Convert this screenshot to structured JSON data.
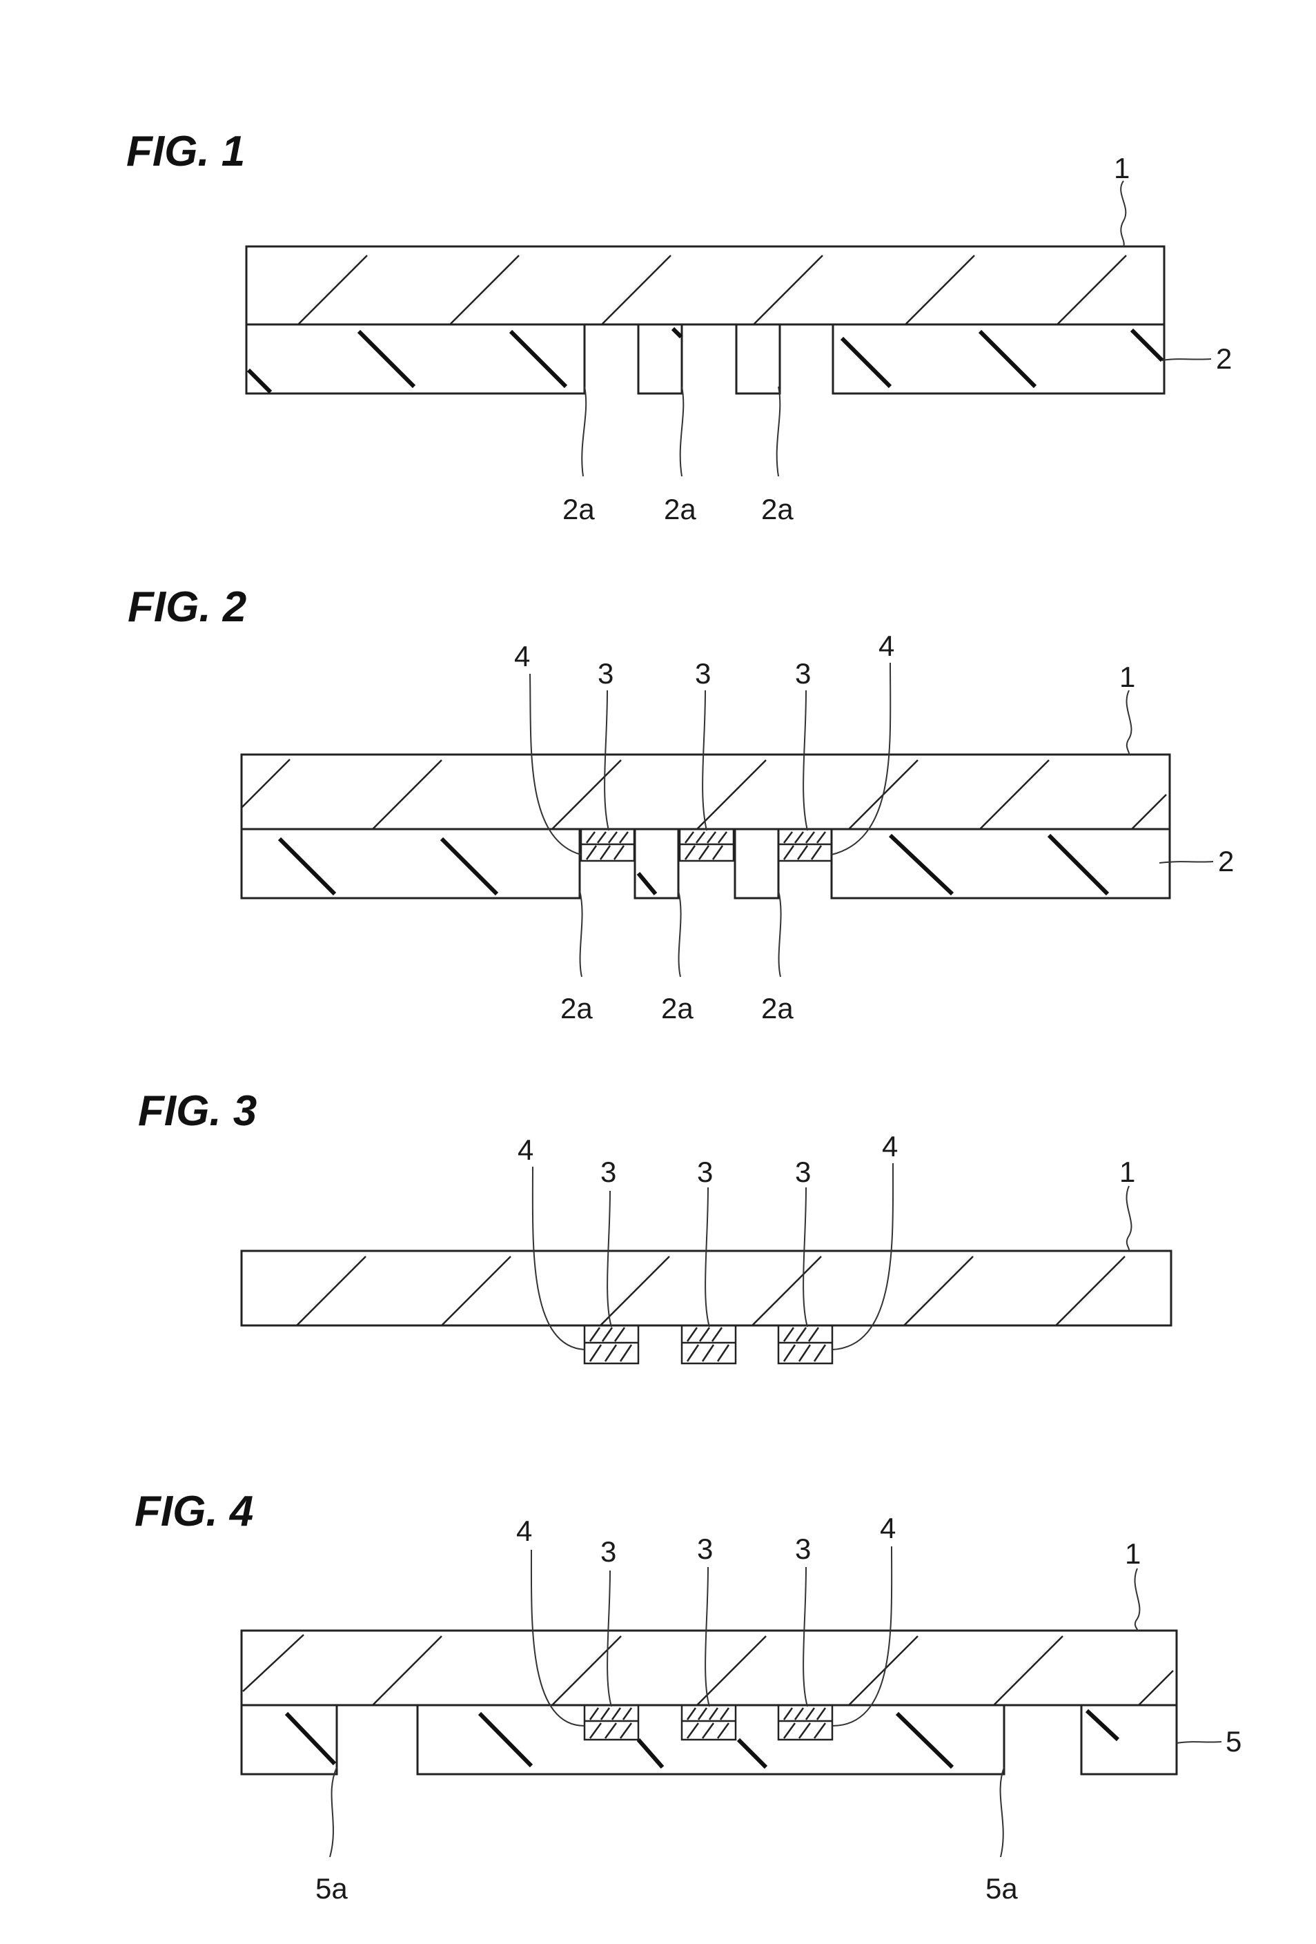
{
  "figures": [
    {
      "title": "FIG. 1",
      "labels": {
        "substrate": "1",
        "resist": "2",
        "openings": [
          "2a",
          "2a",
          "2a"
        ]
      }
    },
    {
      "title": "FIG. 2",
      "labels": {
        "substrate": "1",
        "resist": "2",
        "pad": [
          "3",
          "3",
          "3"
        ],
        "barrier": [
          "4",
          "4"
        ],
        "openings": [
          "2a",
          "2a",
          "2a"
        ]
      }
    },
    {
      "title": "FIG. 3",
      "labels": {
        "substrate": "1",
        "pad": [
          "3",
          "3",
          "3"
        ],
        "barrier": [
          "4",
          "4"
        ]
      }
    },
    {
      "title": "FIG. 4",
      "labels": {
        "substrate": "1",
        "insulator": "5",
        "pad": [
          "3",
          "3",
          "3"
        ],
        "barrier": [
          "4",
          "4"
        ],
        "openings": [
          "5a",
          "5a"
        ]
      }
    }
  ]
}
